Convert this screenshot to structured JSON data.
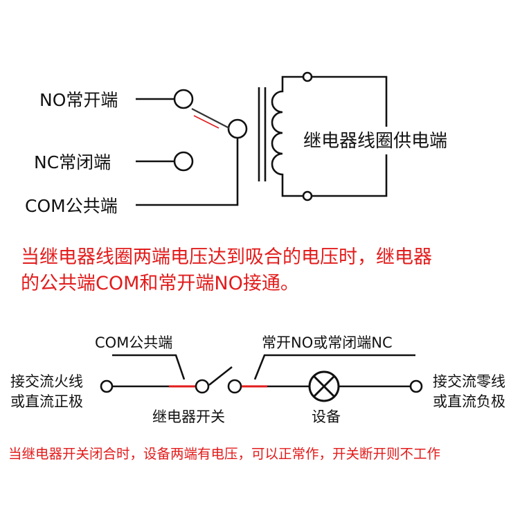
{
  "top": {
    "no_label": "NO常开端",
    "nc_label": "NC常闭端",
    "com_label": "COM公共端",
    "coil_label": "继电器线圈供电端"
  },
  "caption1": {
    "line1": "当继电器线圈两端电压达到吸合的电压时，继电器",
    "line2": "的公共端COM和常开端NO接通。"
  },
  "bottom": {
    "com_label": "COM公共端",
    "no_nc_label": "常开NO或常闭端NC",
    "left_line1": "接交流火线",
    "left_line2": "或直流正极",
    "right_line1": "接交流零线",
    "right_line2": "或直流负极",
    "switch_label": "继电器开关",
    "device_label": "设备"
  },
  "caption2": "当继电器开关闭合时，设备两端有电压，可以正常作，开关断开则不工作",
  "colors": {
    "text": "#111111",
    "accent_red": "#e21b1b",
    "line": "#111111"
  }
}
